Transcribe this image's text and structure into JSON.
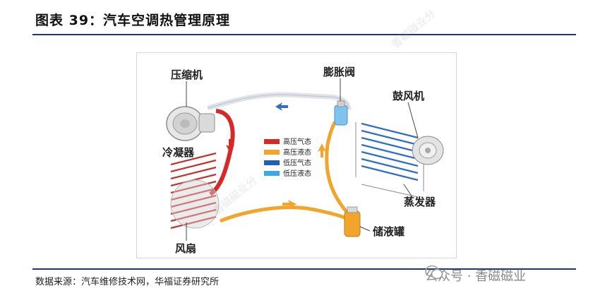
{
  "header": {
    "title": "图表 39：汽车空调热管理原理"
  },
  "diagram": {
    "labels": {
      "compressor": "压缩机",
      "expansion_valve": "膨胀阀",
      "blower": "鼓风机",
      "condenser": "冷凝器",
      "evaporator": "蒸发器",
      "receiver_drier": "储液罐",
      "fan": "风扇"
    },
    "legend": [
      {
        "label": "高压气态",
        "color": "#d42a2a"
      },
      {
        "label": "高压液态",
        "color": "#f2a52b"
      },
      {
        "label": "低压气态",
        "color": "#1f5fb5"
      },
      {
        "label": "低压液态",
        "color": "#3aa7e6"
      }
    ]
  },
  "footer": {
    "source": "数据来源：汽车维修技术网，华福证券研究所"
  },
  "watermark": {
    "account": "公众号 · 香磁磁业",
    "faint_text": "香磁磁业分"
  },
  "colors": {
    "rule": "#1f3864",
    "high_gas": "#d42a2a",
    "high_liquid": "#f2a52b",
    "low_gas": "#1f5fb5",
    "low_liquid": "#3aa7e6",
    "pipe_low": "#e4e8ee"
  },
  "icons": [
    "wechat-icon",
    "arrow-icon"
  ]
}
